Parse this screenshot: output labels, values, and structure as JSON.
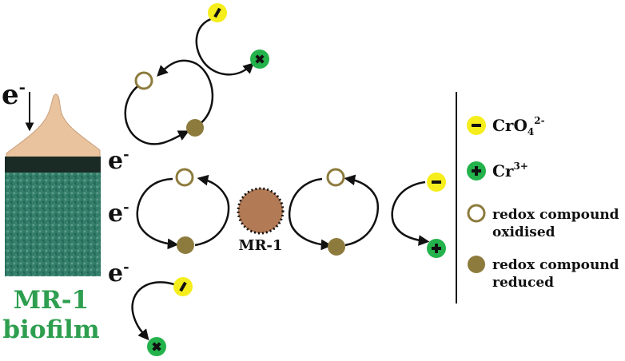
{
  "left": {
    "electron_label": "e",
    "electron_sup": "-",
    "biofilm_line1": "MR-1",
    "biofilm_line2": "biofilm"
  },
  "middle": {
    "electron_labels": [
      "e",
      "e",
      "e"
    ],
    "electron_sup": "-",
    "mr1_label": "MR-1"
  },
  "legend": {
    "chromate_base": "CrO",
    "chromate_sub": "4",
    "chromate_sup": "2-",
    "cr3_base": "Cr",
    "cr3_sup": "3+",
    "oxidised_line1": "redox compound",
    "oxidised_line2": "oxidised",
    "reduced_line1": "redox compound",
    "reduced_line2": "reduced"
  },
  "colors": {
    "chromate_yellow": "#f5ee1c",
    "cr3_green": "#23b24b",
    "redox_brown": "#8d7b3d",
    "mr1_cell": "#b27a55",
    "biofilm_text": "#2e9e4f",
    "arrow": "#111111"
  },
  "icons": {
    "chromate": "minus-in-yellow-circle",
    "cr3": "plus-in-green-circle",
    "oxidised": "hollow-brown-circle",
    "reduced": "filled-brown-circle"
  }
}
